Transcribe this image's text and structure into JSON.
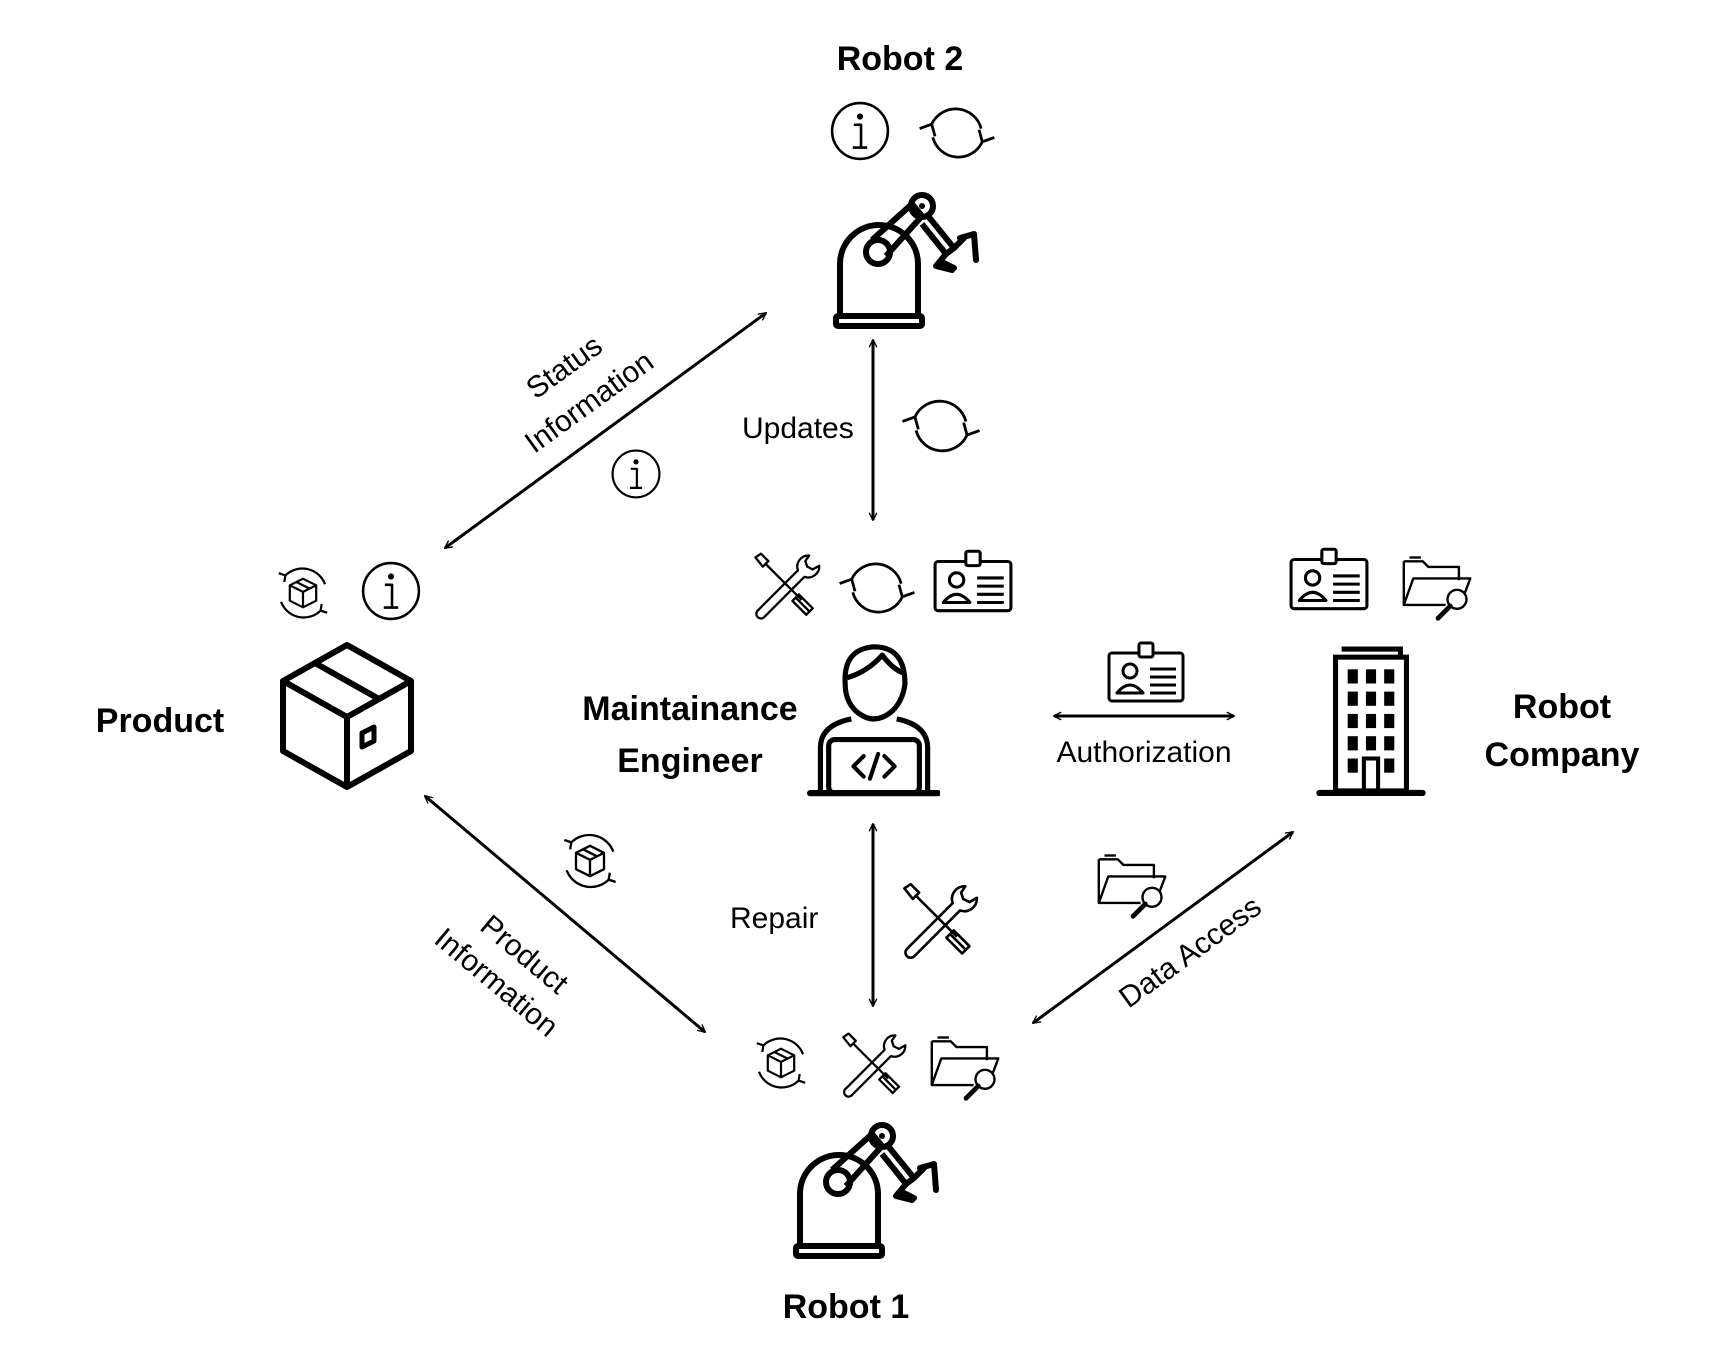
{
  "nodes": {
    "robot2": {
      "label": "Robot 2"
    },
    "robot1": {
      "label": "Robot 1"
    },
    "product": {
      "label": "Product"
    },
    "engineer": {
      "label_line1": "Maintainance",
      "label_line2": "Engineer"
    },
    "company": {
      "label_line1": "Robot",
      "label_line2": "Company"
    }
  },
  "edges": {
    "status_information": {
      "line1": "Status",
      "line2": "Information",
      "icon": "info-icon"
    },
    "updates": {
      "label": "Updates",
      "icon": "refresh-icon"
    },
    "authorization": {
      "label": "Authorization",
      "icon": "id-badge-icon"
    },
    "product_information": {
      "line1": "Product",
      "line2": "Information",
      "icon": "product-cycle-icon"
    },
    "repair": {
      "label": "Repair",
      "icon": "tools-icon"
    },
    "data_access": {
      "label": "Data Access",
      "icon": "folder-search-icon"
    }
  },
  "colors": {
    "ink": "#000000",
    "background": "#ffffff"
  }
}
